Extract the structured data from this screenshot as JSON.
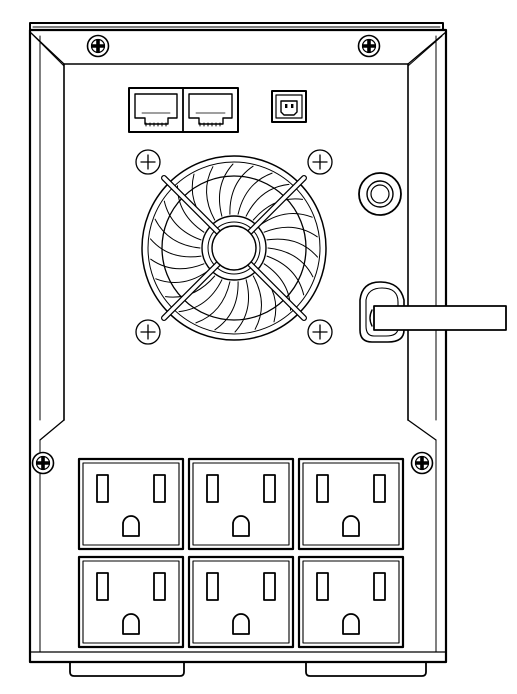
{
  "diagram": {
    "subject": "ups-rear-panel",
    "line_color": "#000000",
    "background_color": "#ffffff",
    "fill_color": "#ffffff",
    "components": {
      "rj45_ports": {
        "count": 2,
        "icon": "rj45-port-icon"
      },
      "usb_port": {
        "count": 1,
        "icon": "usb-b-port-icon"
      },
      "fan": {
        "count": 1,
        "icon": "fan-icon"
      },
      "circuit_breaker": {
        "count": 1,
        "icon": "breaker-reset-button-icon"
      },
      "power_cord": {
        "count": 1,
        "icon": "power-cord-icon"
      },
      "ac_outlets": {
        "rows": 2,
        "columns": 3,
        "icon": "nema-5-15-outlet-icon"
      },
      "screws": {
        "count": 4,
        "icon": "phillips-screw-icon"
      }
    }
  }
}
